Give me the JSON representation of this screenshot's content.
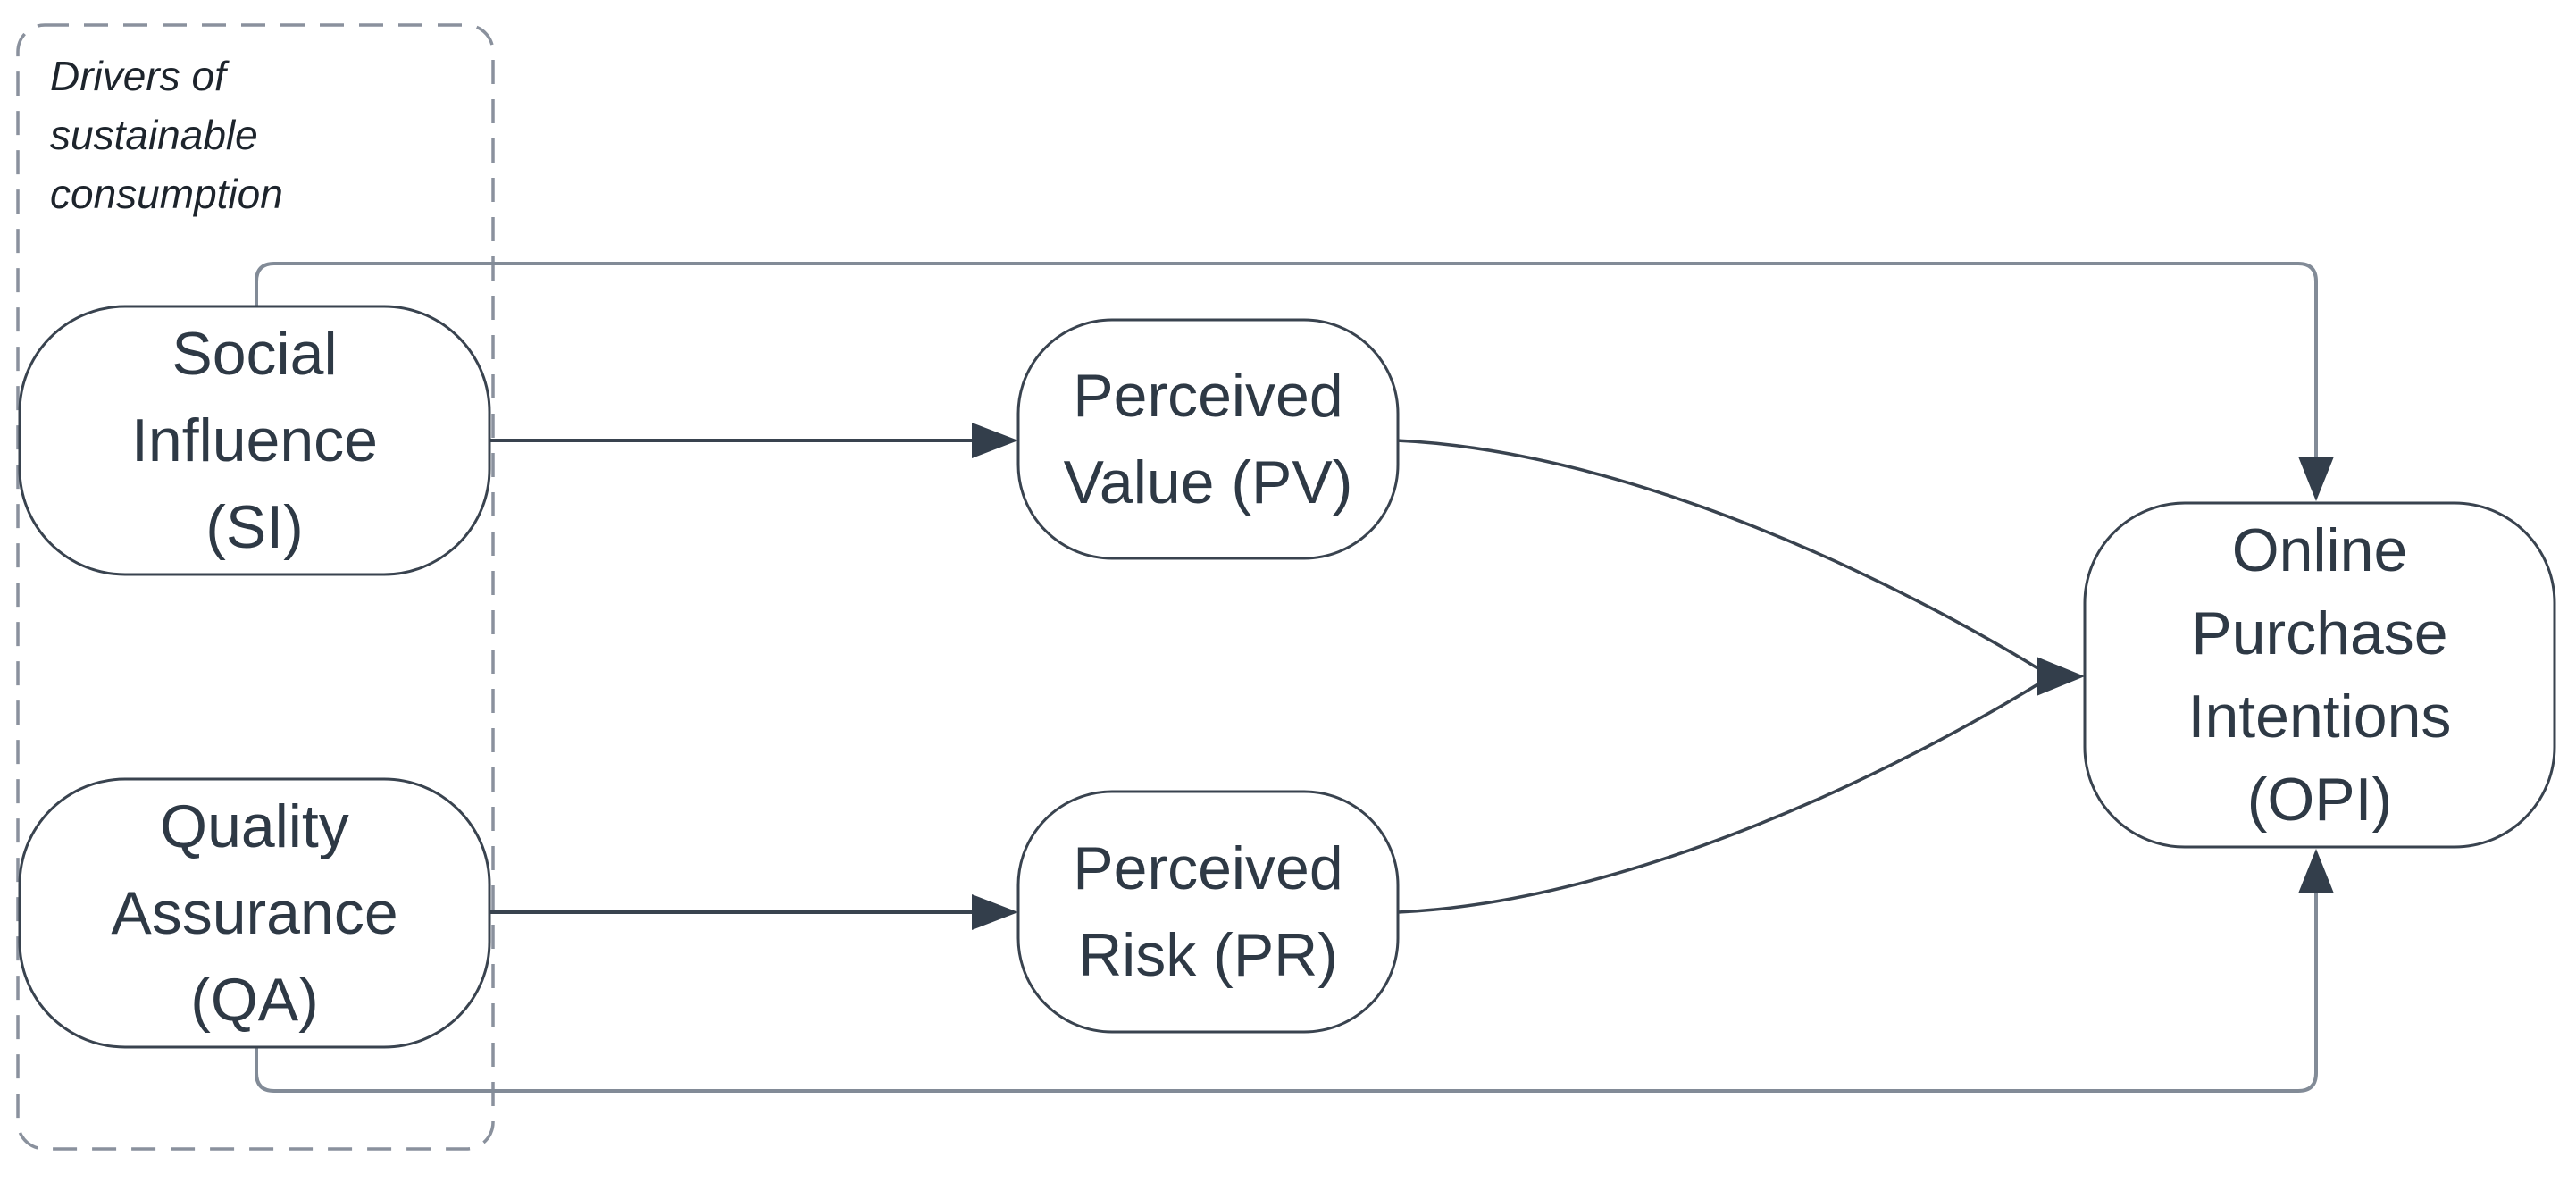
{
  "group": {
    "label": "Drivers of\nsustainable\nconsumption"
  },
  "nodes": {
    "si": {
      "id": "SI",
      "label": "Social\nInfluence\n(SI)"
    },
    "qa": {
      "id": "QA",
      "label": "Quality\nAssurance\n(QA)"
    },
    "pv": {
      "id": "PV",
      "label": "Perceived\nValue (PV)"
    },
    "pr": {
      "id": "PR",
      "label": "Perceived\nRisk (PR)"
    },
    "opi": {
      "id": "OPI",
      "label": "Online\nPurchase\nIntentions\n(OPI)"
    }
  },
  "edges": [
    {
      "from": "Social Influence (SI)",
      "to": "Perceived Value (PV)",
      "style": "straight-arrow"
    },
    {
      "from": "Quality Assurance (QA)",
      "to": "Perceived Risk (PR)",
      "style": "straight-arrow"
    },
    {
      "from": "Perceived Value (PV)",
      "to": "Online Purchase Intentions (OPI)",
      "style": "curved-arrow-converging"
    },
    {
      "from": "Perceived Risk (PR)",
      "to": "Online Purchase Intentions (OPI)",
      "style": "curved-arrow-converging"
    },
    {
      "from": "Social Influence (SI)",
      "to": "Online Purchase Intentions (OPI)",
      "style": "orthogonal-top-route"
    },
    {
      "from": "Quality Assurance (QA)",
      "to": "Online Purchase Intentions (OPI)",
      "style": "orthogonal-bottom-route"
    }
  ],
  "colors": {
    "background": "#ffffff",
    "node_fill": "#ffffff",
    "node_border": "#39434f",
    "text": "#2e3945",
    "edge_direct": "#39434f",
    "edge_route": "#828b97",
    "arrowhead": "#333e4b",
    "dashed_border": "#8a919d"
  }
}
